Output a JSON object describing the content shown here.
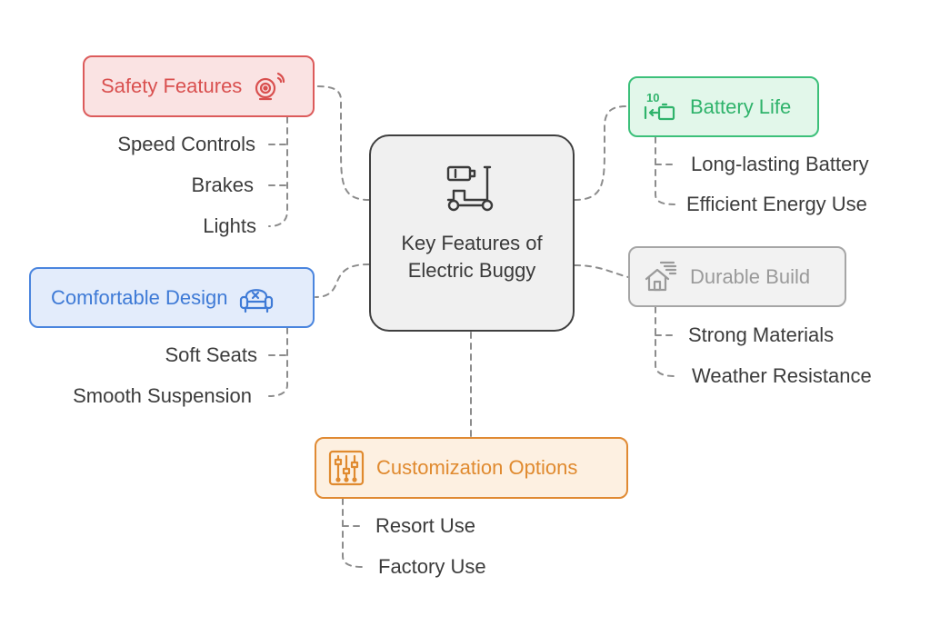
{
  "center": {
    "title": "Key Features of Electric Buggy",
    "icon": "electric-buggy-icon"
  },
  "branches": {
    "safety": {
      "label": "Safety Features",
      "icon": "alarm-siren-icon",
      "color": "#dc5b5b",
      "items": [
        "Speed Controls",
        "Brakes",
        "Lights"
      ]
    },
    "battery": {
      "label": "Battery Life",
      "icon": "battery-timer-icon",
      "color": "#3cc07a",
      "items": [
        "Long-lasting Battery",
        "Efficient Energy Use"
      ]
    },
    "comfort": {
      "label": "Comfortable Design",
      "icon": "armchair-icon",
      "color": "#4a85de",
      "items": [
        "Soft Seats",
        "Smooth Suspension"
      ]
    },
    "durable": {
      "label": "Durable Build",
      "icon": "house-weather-icon",
      "color": "#a6a6a6",
      "items": [
        "Strong Materials",
        "Weather Resistance"
      ]
    },
    "custom": {
      "label": "Customization Options",
      "icon": "sliders-icon",
      "color": "#e08a33",
      "items": [
        "Resort Use",
        "Factory Use"
      ]
    }
  }
}
